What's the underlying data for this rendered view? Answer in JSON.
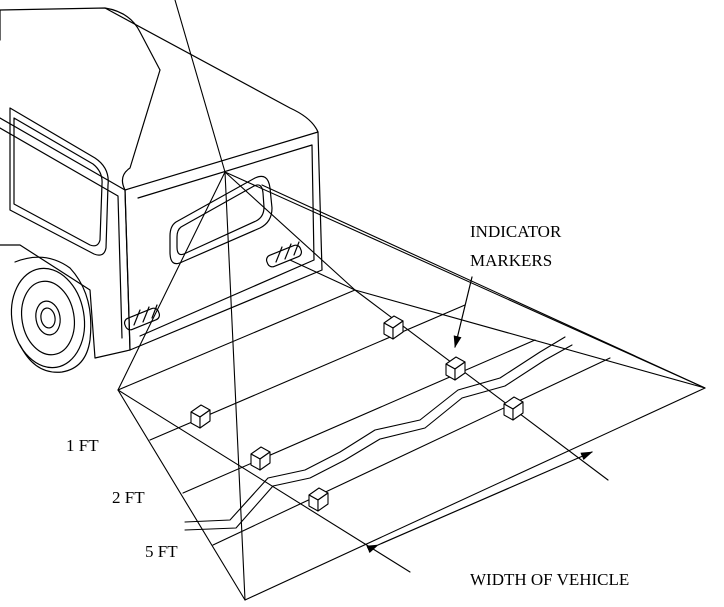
{
  "labels": {
    "indicator_markers_line1": "INDICATOR",
    "indicator_markers_line2": "MARKERS",
    "dist_1ft": "1 FT",
    "dist_2ft": "2 FT",
    "dist_5ft": "5 FT",
    "width_of_vehicle": "WIDTH OF VEHICLE"
  },
  "colors": {
    "line": "#000000",
    "background": "#ffffff"
  }
}
